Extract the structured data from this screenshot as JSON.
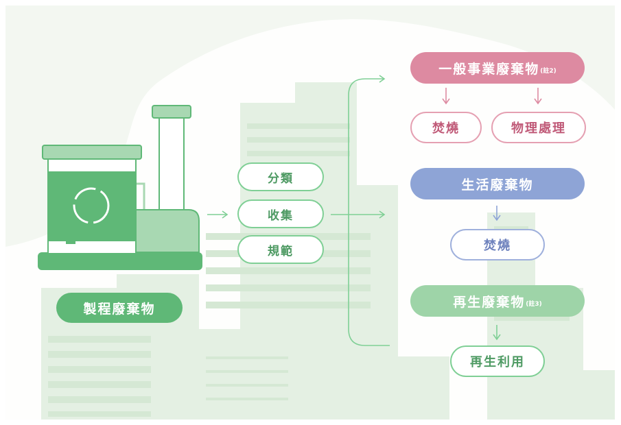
{
  "colors": {
    "green_dark": "#5fb877",
    "green_light": "#9ed4a8",
    "pink": "#dd8aa1",
    "blue": "#8ea4d6",
    "background": "#f3f7f1"
  },
  "source": {
    "label": "製程廢棄物"
  },
  "process_steps": [
    {
      "label": "分類"
    },
    {
      "label": "收集"
    },
    {
      "label": "規範"
    }
  ],
  "categories": {
    "general": {
      "label": "一般事業廢棄物",
      "note": "(註2)",
      "treatments": [
        {
          "label": "焚燒"
        },
        {
          "label": "物理處理"
        }
      ]
    },
    "domestic": {
      "label": "生活廢棄物",
      "treatments": [
        {
          "label": "焚燒"
        }
      ]
    },
    "recyclable": {
      "label": "再生廢棄物",
      "note": "(註3)",
      "treatments": [
        {
          "label": "再生利用"
        }
      ]
    }
  }
}
